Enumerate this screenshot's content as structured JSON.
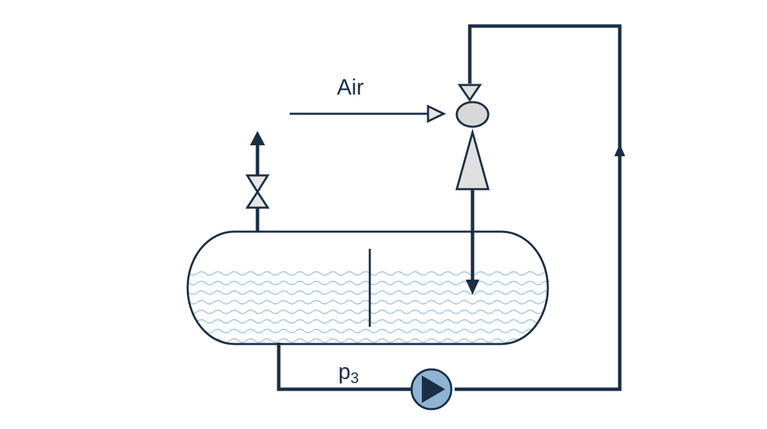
{
  "labels": {
    "air": "Air",
    "pump_symbol": "p",
    "pump_subscript": "3"
  },
  "colors": {
    "line": "#1a2e45",
    "liquid": "#a9c9e2",
    "pump_fill": "#8fb4d3",
    "valve_fill": "#e6e6e6",
    "ejector_fill": "#e0e0e0",
    "nozzle_fill": "#d8d8d8",
    "white": "#ffffff"
  },
  "components": [
    "separator-tank",
    "liquid-level",
    "baffle",
    "vent-valve",
    "ejector",
    "air-inlet",
    "circulation-pump",
    "recirculation-line"
  ]
}
